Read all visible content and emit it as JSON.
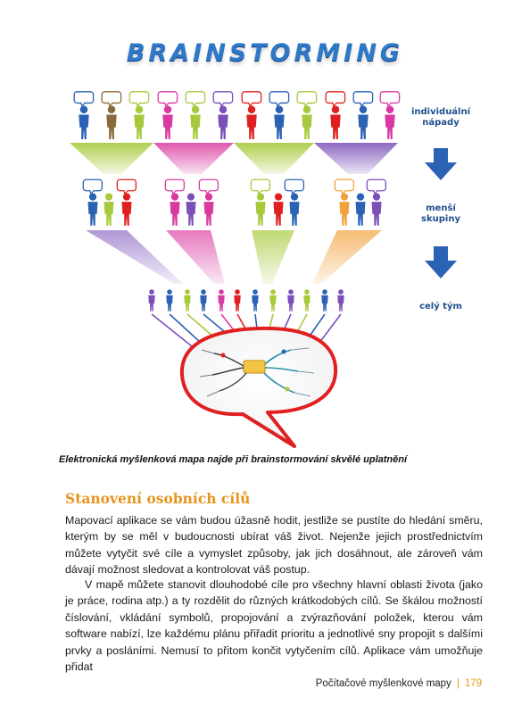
{
  "figure": {
    "title": "BRAINSTORMING",
    "labels": {
      "individual": [
        "individuální",
        "nápady"
      ],
      "groups": [
        "menší",
        "skupiny"
      ],
      "team": "celý tým"
    },
    "colors": {
      "title_blue": "#2e78c8",
      "label_blue": "#1f4f8e",
      "arrow_blue": "#2a62b4",
      "bubble_red": "#e02020",
      "funnel_green": "#a7c93c",
      "funnel_pink": "#d93aa0",
      "funnel_orange": "#f2a23c",
      "funnel_purple": "#7a4fb8"
    }
  },
  "caption": "Elektronická myšlenková mapa najde při brainstormování skvělé uplatnění",
  "section": {
    "heading": "Stanovení osobních cílů",
    "paragraphs": [
      "Mapovací aplikace se vám budou úžasně hodit, jestliže se pustíte do hledání směru, kterým by se měl v budoucnosti ubírat váš život. Nejenže jejich prostřednictvím můžete vytyčit své cíle a vymyslet způsoby, jak jich dosáhnout, ale zároveň vám dávají možnost sledovat a kontrolovat váš postup.",
      "V mapě můžete stanovit dlouhodobé cíle pro všechny hlavní oblasti života (jako je práce, rodina atp.) a ty rozdělit do různých krátkodobých cílů. Se škálou možností číslování, vkládání symbolů, propojování a zvýrazňování položek, kterou vám software nabízí, lze každému plánu přiřadit prioritu a jednotlivé sny propojit s dalšími prvky a posláními. Nemusí to přitom končit vytyčením cílů. Aplikace vám umožňuje přidat"
    ]
  },
  "footer": {
    "book_title": "Počítačové myšlenkové mapy",
    "separator": "|",
    "page_number": "179"
  }
}
